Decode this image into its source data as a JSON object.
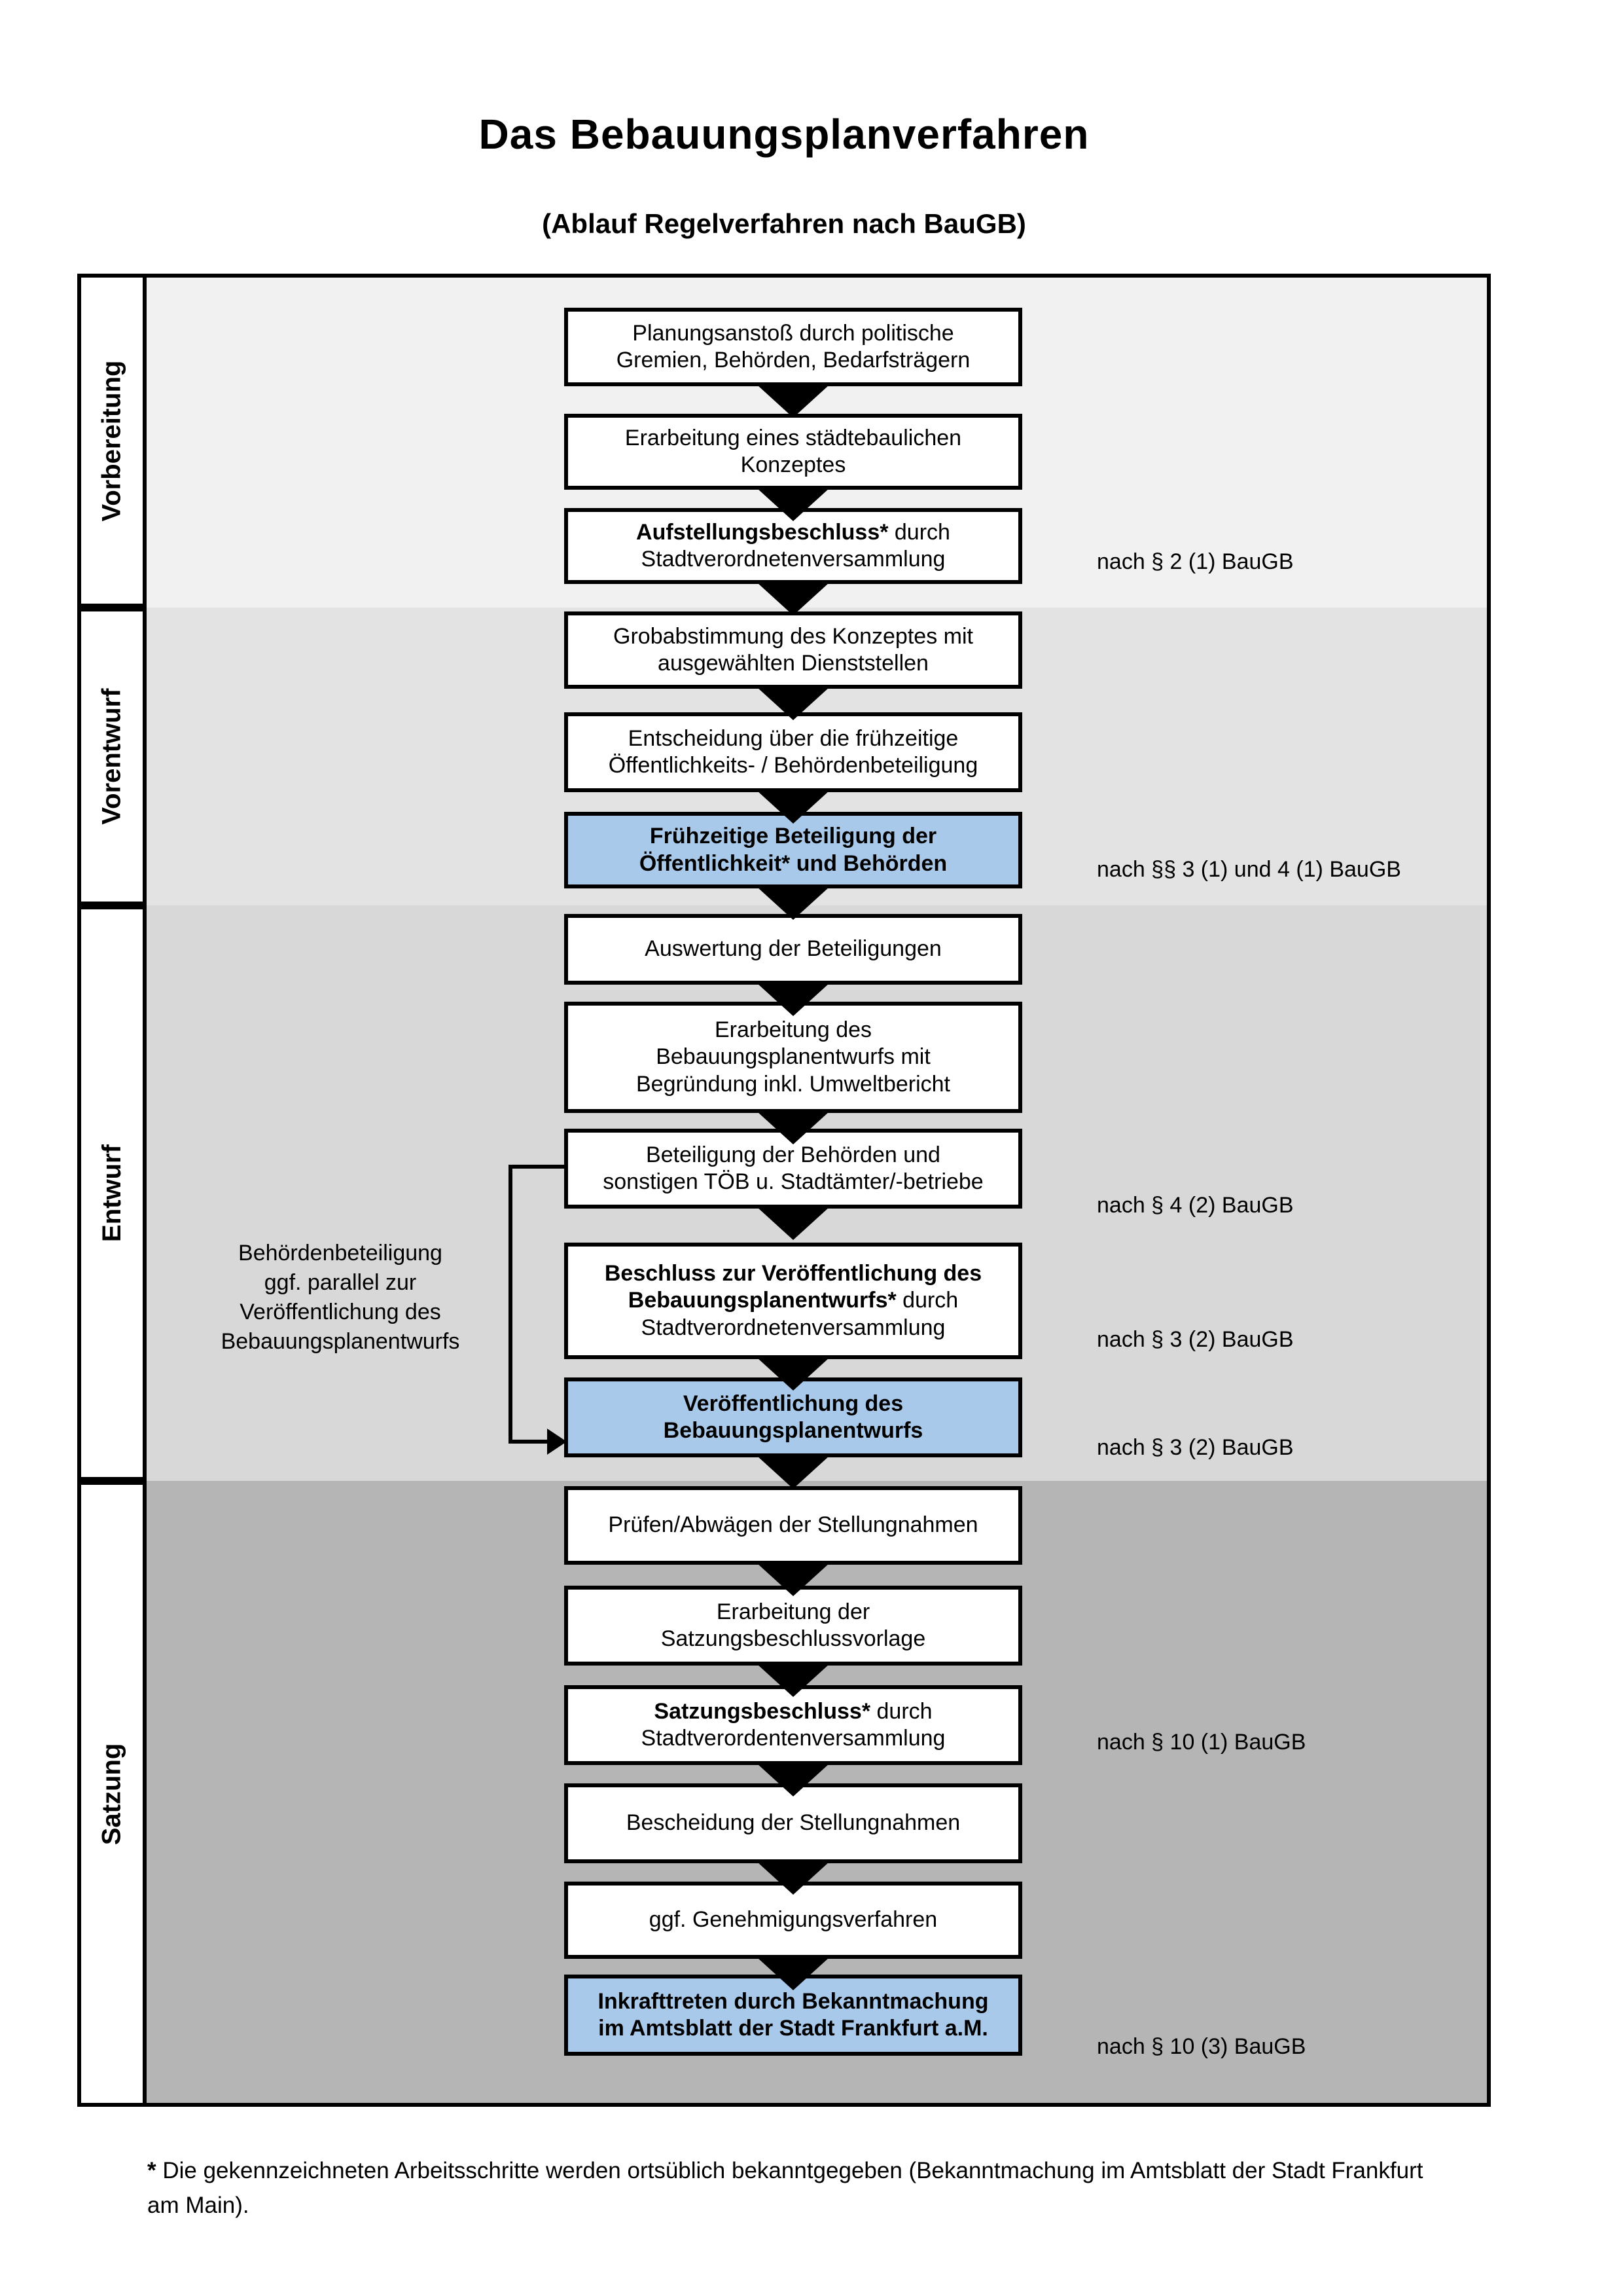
{
  "title": "Das Bebauungsplanverfahren",
  "subtitle": "(Ablauf Regelverfahren nach BauGB)",
  "phases": [
    {
      "label": "Vorbereitung"
    },
    {
      "label": "Vorentwurf"
    },
    {
      "label": "Entwurf"
    },
    {
      "label": "Satzung"
    }
  ],
  "steps": [
    {
      "bold": "",
      "text": "Planungsanstoß durch politische\nGremien, Behörden, Bedarfsträgern"
    },
    {
      "bold": "",
      "text": "Erarbeitung eines städtebaulichen\nKonzeptes"
    },
    {
      "bold": "Aufstellungsbeschluss*",
      "text": " durch\nStadtverordnetenversammlung"
    },
    {
      "bold": "",
      "text": "Grobabstimmung des Konzeptes mit\nausgewählten Dienststellen"
    },
    {
      "bold": "",
      "text": "Entscheidung über die frühzeitige\nÖffentlichkeits- / Behördenbeteiligung"
    },
    {
      "bold": "Frühzeitige Beteiligung der\nÖffentlichkeit* und Behörden",
      "text": ""
    },
    {
      "bold": "",
      "text": "Auswertung der Beteiligungen"
    },
    {
      "bold": "",
      "text": "Erarbeitung des\nBebauungsplanentwurfs mit\nBegründung inkl. Umweltbericht"
    },
    {
      "bold": "",
      "text": "Beteiligung der Behörden und\nsonstigen TÖB u. Stadtämter/-betriebe"
    },
    {
      "bold": "Beschluss zur Veröffentlichung des\nBebauungsplanentwurfs*",
      "text": " durch\nStadtverordnetenversammlung"
    },
    {
      "bold": "Veröffentlichung des\nBebauungsplanentwurfs",
      "text": ""
    },
    {
      "bold": "",
      "text": "Prüfen/Abwägen der Stellungnahmen"
    },
    {
      "bold": "",
      "text": "Erarbeitung der\nSatzungsbeschlussvorlage"
    },
    {
      "bold": "Satzungsbeschluss*",
      "text": " durch\nStadtverordentenversammlung"
    },
    {
      "bold": "",
      "text": "Bescheidung der Stellungnahmen"
    },
    {
      "bold": "",
      "text": "ggf. Genehmigungsverfahren"
    },
    {
      "bold": "Inkrafttreten",
      "text": " durch Bekanntmachung\nim Amtsblatt der Stadt Frankfurt a.M."
    }
  ],
  "notes": [
    {
      "text": "nach § 2 (1) BauGB"
    },
    {
      "text": "nach §§ 3 (1) und 4 (1) BauGB"
    },
    {
      "text": "nach § 4 (2) BauGB"
    },
    {
      "text": "nach § 3 (2) BauGB"
    },
    {
      "text": "nach § 3 (2) BauGB"
    },
    {
      "text": "nach § 10 (1) BauGB"
    },
    {
      "text": "nach § 10 (3) BauGB"
    }
  ],
  "side_note": "Behördenbeteiligung\nggf. parallel zur\nVeröffentlichung des\nBebauungsplanentwurfs",
  "footnote": {
    "star": "*",
    "text": " Die gekennzeichneten Arbeitsschritte werden ortsüblich bekanntgegeben (Bekanntmachung im Amtsblatt  der Stadt Frankfurt am Main)."
  },
  "colors": {
    "highlight_blue": "#a9c9ea",
    "band_vorbereitung": "#f1f1f1",
    "band_vorentwurf": "#e3e3e3",
    "band_entwurf": "#d8d8d8",
    "band_satzung": "#b5b5b5",
    "line_black": "#000000"
  }
}
